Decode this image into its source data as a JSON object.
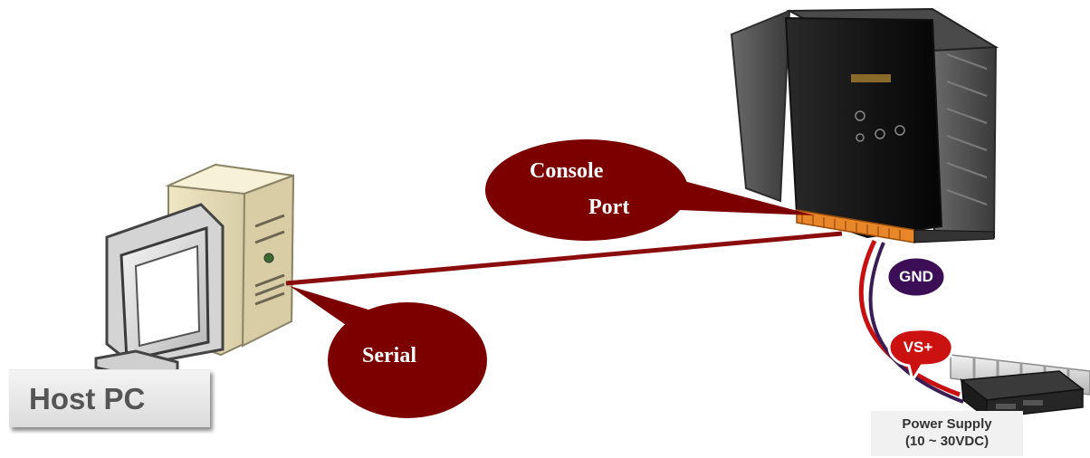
{
  "labels": {
    "host_pc": "Host PC",
    "console_line1": "Console",
    "console_line2": "Port",
    "serial": "Serial",
    "gnd": "GND",
    "vs_plus": "VS+",
    "power_supply_line1": "Power Supply",
    "power_supply_line2": "(10 ~ 30VDC)"
  },
  "colors": {
    "callout_fill": "#7d0000",
    "cable": "#8b0c0c",
    "gnd_fill": "#3b0e55",
    "vs_fill": "#cc1111"
  },
  "icons": [
    "host-pc-icon",
    "controller-device-icon",
    "power-supply-icon",
    "din-rail-icon"
  ]
}
